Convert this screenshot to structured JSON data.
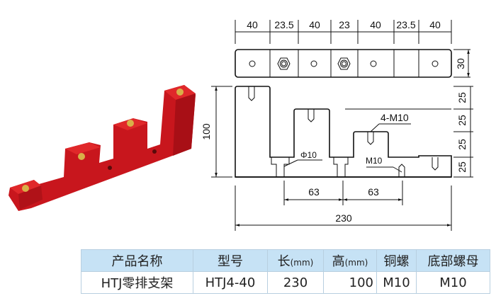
{
  "drawing": {
    "top_dims": [
      "40",
      "23.5",
      "40",
      "23",
      "40",
      "23.5",
      "40"
    ],
    "plate_height": "30",
    "height_total": "100",
    "step_dims": [
      "25",
      "25",
      "25",
      "25"
    ],
    "hole_label": "4-M10",
    "phi_label": "Φ10",
    "bottom_nut_label": "M10",
    "spacing_dims": [
      "63",
      "63"
    ],
    "length_total": "230"
  },
  "product_photo": {
    "colors": {
      "body": "#c8161d",
      "insert": "#d8b048"
    }
  },
  "spec_table": {
    "headers": [
      {
        "label": "产品名称",
        "unit": ""
      },
      {
        "label": "型号",
        "unit": ""
      },
      {
        "label": "长",
        "unit": "(mm)"
      },
      {
        "label": "高",
        "unit": "(mm)"
      },
      {
        "label": "铜螺",
        "unit": ""
      },
      {
        "label": "底部螺母",
        "unit": ""
      }
    ],
    "rows": [
      [
        "HTJ零排支架",
        "HTJ4-40",
        "230",
        "100",
        "M10",
        "M10"
      ]
    ]
  }
}
